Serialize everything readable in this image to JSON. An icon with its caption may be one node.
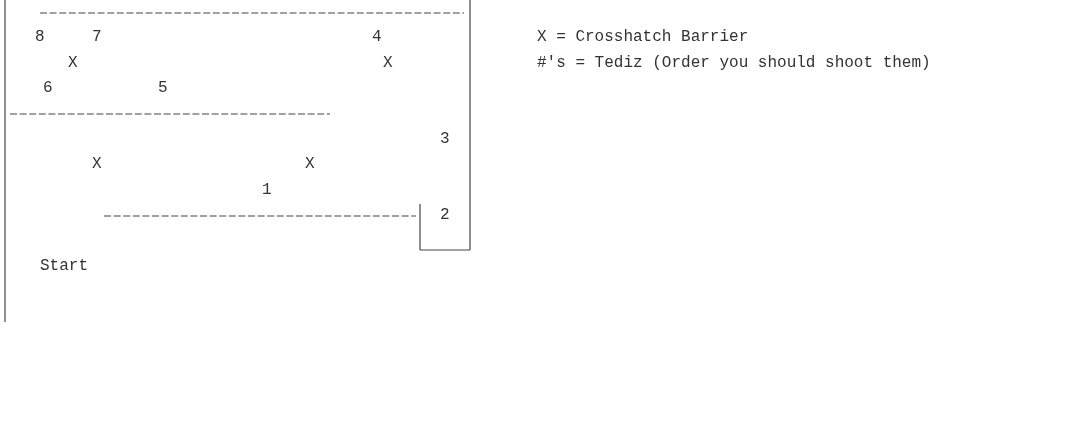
{
  "diagram": {
    "labels": [
      "8",
      "7",
      "4",
      "X = Crosshatch Barrier",
      "X",
      "X",
      "#'s = Tediz (Order you should shoot them)",
      "6",
      "5",
      "3",
      "X",
      "X",
      "1",
      "2",
      "Start"
    ]
  }
}
